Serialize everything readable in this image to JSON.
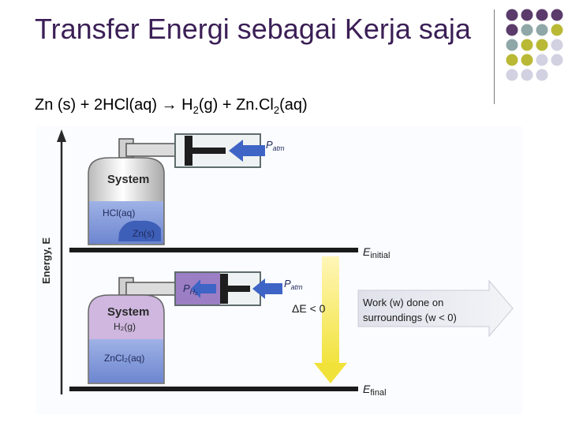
{
  "slide": {
    "title": "Transfer Energi sebagai Kerja saja",
    "equation": {
      "part1": "Zn (s) + 2HCl(aq) ",
      "arrow": "→",
      "part2": " H",
      "sub1": "2",
      "part3": "(g) + Zn.Cl",
      "sub2": "2",
      "part4": "(aq)"
    }
  },
  "decoration": {
    "dot_colors": {
      "purple": "#5a3b6b",
      "teal": "#8fa7a7",
      "olive": "#b9b936",
      "lavender": "#d1d1e1"
    },
    "dot_rows": [
      [
        "purple",
        "purple",
        "purple",
        "purple"
      ],
      [
        "purple",
        "teal",
        "teal",
        "olive"
      ],
      [
        "teal",
        "olive",
        "olive",
        "lavender"
      ],
      [
        "olive",
        "olive",
        "lavender",
        "lavender"
      ],
      [
        "lavender",
        "lavender",
        "lavender",
        ""
      ]
    ]
  },
  "figure": {
    "axis_label": "Energy, E",
    "top_system_label": "System",
    "top_hcl_label": "HCl(aq)",
    "top_zn_label": "Zn(s)",
    "top_patm": "P",
    "top_patm_sub": "atm",
    "e_initial": "E",
    "e_initial_sub": "initial",
    "bottom_system_label": "System",
    "bottom_h2_label": "H₂(g)",
    "bottom_zncl2_label": "ZnCl₂(aq)",
    "bottom_ph2": "P",
    "bottom_ph2_sub": "H₂",
    "bottom_patm": "P",
    "bottom_patm_sub": "atm",
    "delta_e": "ΔE < 0",
    "work_line1": "Work (w) done on",
    "work_line2": "surroundings (w < 0)",
    "e_final": "E",
    "e_final_sub": "final"
  }
}
